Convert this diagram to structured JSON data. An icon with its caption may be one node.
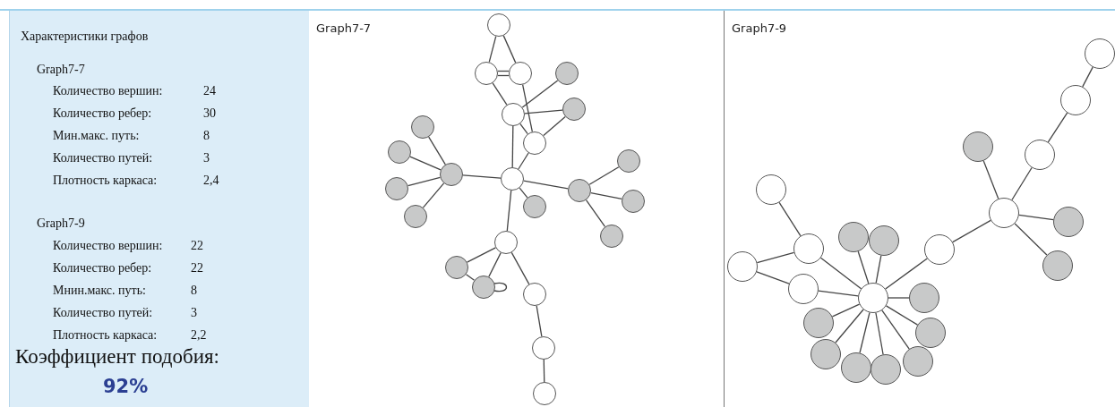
{
  "diagram": {
    "nodes": [
      {
        "text": [
          "Характеристики графов",
          "Graph7-7",
          "Количество вершин:",
          "24",
          "Количество ребер:",
          "30",
          "Мин.макс. путь:",
          "8",
          "Количество путей:",
          "3",
          "Плотность каркаса:",
          "2,4",
          "Graph7-9",
          "Количество вершин:",
          "22",
          "Количество ребер:",
          "22",
          "Мнин.макс. путь:",
          "8",
          "Количество путей:",
          "3",
          "Плотность каркаса:",
          "2,2",
          "Коэффициент подобия:",
          "92%"
        ]
      },
      {
        "text": [
          "Graph7-7"
        ]
      },
      {
        "text": [],
        "shape": "circle",
        "in": 1
      },
      {
        "text": [],
        "shape": "circle",
        "in": 1
      },
      {
        "text": [],
        "shape": "circle",
        "in": 1
      },
      {
        "text": [],
        "shape": "circle",
        "in": 1
      },
      {
        "text": [],
        "shape": "circle",
        "in": 1
      },
      {
        "text": [],
        "shape": "circle",
        "in": 1
      },
      {
        "text": [],
        "shape": "circle",
        "in": 1
      },
      {
        "text": [],
        "shape": "circle",
        "in": 1
      },
      {
        "text": [],
        "shape": "circle",
        "in": 1
      },
      {
        "text": [],
        "shape": "circle",
        "in": 1
      },
      {
        "text": [],
        "shape": "circle",
        "in": 1
      },
      {
        "text": [],
        "shape": "circle",
        "in": 1
      },
      {
        "text": [],
        "shape": "circle",
        "in": 1
      },
      {
        "text": [],
        "shape": "circle",
        "in": 1
      },
      {
        "text": [],
        "shape": "circle",
        "in": 1
      },
      {
        "text": [],
        "shape": "circle",
        "in": 1
      },
      {
        "text": [],
        "shape": "circle",
        "in": 1
      },
      {
        "text": [],
        "shape": "circle",
        "in": 1
      },
      {
        "text": [],
        "shape": "circle",
        "in": 1
      },
      {
        "text": [],
        "shape": "circle",
        "in": 1
      },
      {
        "text": [],
        "shape": "circle",
        "in": 1
      },
      {
        "text": [],
        "shape": "circle",
        "in": 1
      },
      {
        "text": [],
        "shape": "circle",
        "in": 1
      },
      {
        "text": [],
        "shape": "circle",
        "in": 1
      },
      {
        "text": [
          "Graph7-9"
        ]
      },
      {
        "text": [],
        "shape": "circle",
        "in": 26
      },
      {
        "text": [],
        "shape": "circle",
        "in": 26
      },
      {
        "text": [],
        "shape": "circle",
        "in": 26
      },
      {
        "text": [],
        "shape": "circle",
        "in": 26
      },
      {
        "text": [],
        "shape": "circle",
        "in": 26
      },
      {
        "text": [],
        "shape": "circle",
        "in": 26
      },
      {
        "text": [],
        "shape": "circle",
        "in": 26
      },
      {
        "text": [],
        "shape": "circle",
        "in": 26
      },
      {
        "text": [],
        "shape": "circle",
        "in": 26
      },
      {
        "text": [],
        "shape": "circle",
        "in": 26
      },
      {
        "text": [],
        "shape": "circle",
        "in": 26
      },
      {
        "text": [],
        "shape": "circle",
        "in": 26
      },
      {
        "text": [],
        "shape": "circle",
        "in": 26
      },
      {
        "text": [],
        "shape": "circle",
        "in": 26
      },
      {
        "text": [],
        "shape": "circle",
        "in": 26
      },
      {
        "text": [],
        "shape": "circle",
        "in": 26
      },
      {
        "text": [],
        "shape": "circle",
        "in": 26
      },
      {
        "text": [],
        "shape": "circle",
        "in": 26
      },
      {
        "text": [],
        "shape": "circle",
        "in": 26
      },
      {
        "text": [],
        "shape": "circle",
        "in": 26
      },
      {
        "text": [],
        "shape": "circle",
        "in": 26
      },
      {
        "text": [],
        "shape": "circle",
        "in": 26
      }
    ],
    "edges": [
      {
        "from": 2,
        "to": 3,
        "arrow": "none"
      },
      {
        "from": 2,
        "to": 4,
        "arrow": "none"
      },
      {
        "from": 3,
        "to": 4,
        "arrow": "none"
      },
      {
        "from": 3,
        "to": 4,
        "arrow": "none"
      },
      {
        "from": 3,
        "to": 6,
        "arrow": "none"
      },
      {
        "from": 4,
        "to": 8,
        "arrow": "none"
      },
      {
        "from": 5,
        "to": 6,
        "arrow": "none"
      },
      {
        "from": 7,
        "to": 6,
        "arrow": "none"
      },
      {
        "from": 7,
        "to": 8,
        "arrow": "none"
      },
      {
        "from": 6,
        "to": 8,
        "arrow": "none"
      },
      {
        "from": 6,
        "to": 9,
        "arrow": "none"
      },
      {
        "from": 8,
        "to": 9,
        "arrow": "none"
      },
      {
        "from": 9,
        "to": 10,
        "arrow": "none"
      },
      {
        "from": 10,
        "to": 11,
        "arrow": "none"
      },
      {
        "from": 10,
        "to": 12,
        "arrow": "none"
      },
      {
        "from": 10,
        "to": 13,
        "arrow": "none"
      },
      {
        "from": 10,
        "to": 14,
        "arrow": "none"
      },
      {
        "from": 9,
        "to": 15,
        "arrow": "none"
      },
      {
        "from": 9,
        "to": 16,
        "arrow": "none"
      },
      {
        "from": 16,
        "to": 17,
        "arrow": "none"
      },
      {
        "from": 16,
        "to": 18,
        "arrow": "none"
      },
      {
        "from": 16,
        "to": 19,
        "arrow": "none"
      },
      {
        "from": 9,
        "to": 20,
        "arrow": "none"
      },
      {
        "from": 20,
        "to": 21,
        "arrow": "none"
      },
      {
        "from": 20,
        "to": 22,
        "arrow": "none"
      },
      {
        "from": 21,
        "to": 22,
        "arrow": "none"
      },
      {
        "from": 22,
        "to": 22,
        "arrow": "none"
      },
      {
        "from": 20,
        "to": 23,
        "arrow": "none"
      },
      {
        "from": 23,
        "to": 24,
        "arrow": "none"
      },
      {
        "from": 24,
        "to": 25,
        "arrow": "none"
      },
      {
        "from": 27,
        "to": 28,
        "arrow": "none"
      },
      {
        "from": 28,
        "to": 29,
        "arrow": "none"
      },
      {
        "from": 29,
        "to": 31,
        "arrow": "none"
      },
      {
        "from": 30,
        "to": 31,
        "arrow": "none"
      },
      {
        "from": 31,
        "to": 32,
        "arrow": "none"
      },
      {
        "from": 31,
        "to": 33,
        "arrow": "none"
      },
      {
        "from": 31,
        "to": 34,
        "arrow": "none"
      },
      {
        "from": 34,
        "to": 35,
        "arrow": "none"
      },
      {
        "from": 36,
        "to": 37,
        "arrow": "none"
      },
      {
        "from": 37,
        "to": 38,
        "arrow": "none"
      },
      {
        "from": 38,
        "to": 39,
        "arrow": "none"
      },
      {
        "from": 37,
        "to": 35,
        "arrow": "none"
      },
      {
        "from": 39,
        "to": 35,
        "arrow": "none"
      },
      {
        "from": 40,
        "to": 35,
        "arrow": "none"
      },
      {
        "from": 41,
        "to": 35,
        "arrow": "none"
      },
      {
        "from": 42,
        "to": 35,
        "arrow": "none"
      },
      {
        "from": 43,
        "to": 35,
        "arrow": "none"
      },
      {
        "from": 44,
        "to": 35,
        "arrow": "none"
      },
      {
        "from": 45,
        "to": 35,
        "arrow": "none"
      },
      {
        "from": 46,
        "to": 35,
        "arrow": "none"
      },
      {
        "from": 47,
        "to": 35,
        "arrow": "none"
      },
      {
        "from": 48,
        "to": 35,
        "arrow": "none"
      }
    ]
  }
}
